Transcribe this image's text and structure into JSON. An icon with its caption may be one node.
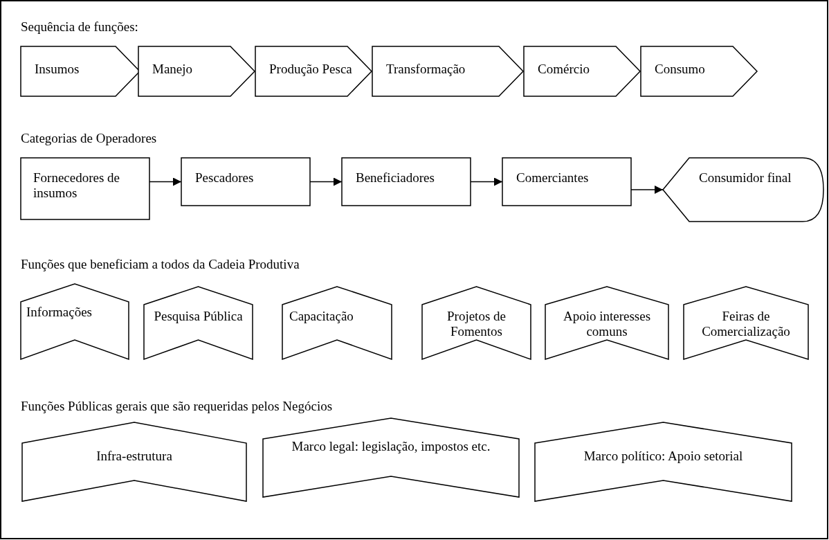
{
  "diagram": {
    "nodes": [
      {
        "text": [
          "Insumos"
        ]
      },
      {
        "text": [
          "Manejo"
        ]
      },
      {
        "text": [
          "Produção Pesca"
        ]
      },
      {
        "text": [
          "Transformação"
        ]
      },
      {
        "text": [
          "Comércio"
        ]
      },
      {
        "text": [
          "Consumo"
        ]
      },
      {
        "text": [
          "Fornecedores de insumos"
        ]
      },
      {
        "text": [
          "Pescadores"
        ]
      },
      {
        "text": [
          "Beneficiadores"
        ]
      },
      {
        "text": [
          "Comerciantes"
        ]
      },
      {
        "text": [
          "Consumidor final"
        ]
      },
      {
        "text": [
          "Informações"
        ]
      },
      {
        "text": [
          "Pesquisa Pública"
        ]
      },
      {
        "text": [
          "Capacitação"
        ]
      },
      {
        "text": [
          "Projetos de Fomentos"
        ]
      },
      {
        "text": [
          "Apoio interesses comuns"
        ]
      },
      {
        "text": [
          "Feiras de Comercialização"
        ]
      },
      {
        "text": [
          "Infra-estrutura"
        ]
      },
      {
        "text": [
          "Marco legal: legislação, impostos etc."
        ]
      },
      {
        "text": [
          "Marco político: Apoio setorial"
        ]
      }
    ],
    "edges": [
      {
        "from": 6,
        "to": 7,
        "arrow": "to"
      },
      {
        "from": 7,
        "to": 8,
        "arrow": "to"
      },
      {
        "from": 8,
        "to": 9,
        "arrow": "to"
      },
      {
        "from": 9,
        "to": 10,
        "arrow": "to"
      }
    ],
    "labels": [
      "Sequência de funções:",
      "Categorias de Operadores",
      "Funções que beneficiam a todos da Cadeia Produtiva",
      "Funções Públicas gerais que são requeridas pelos Negócios"
    ]
  }
}
